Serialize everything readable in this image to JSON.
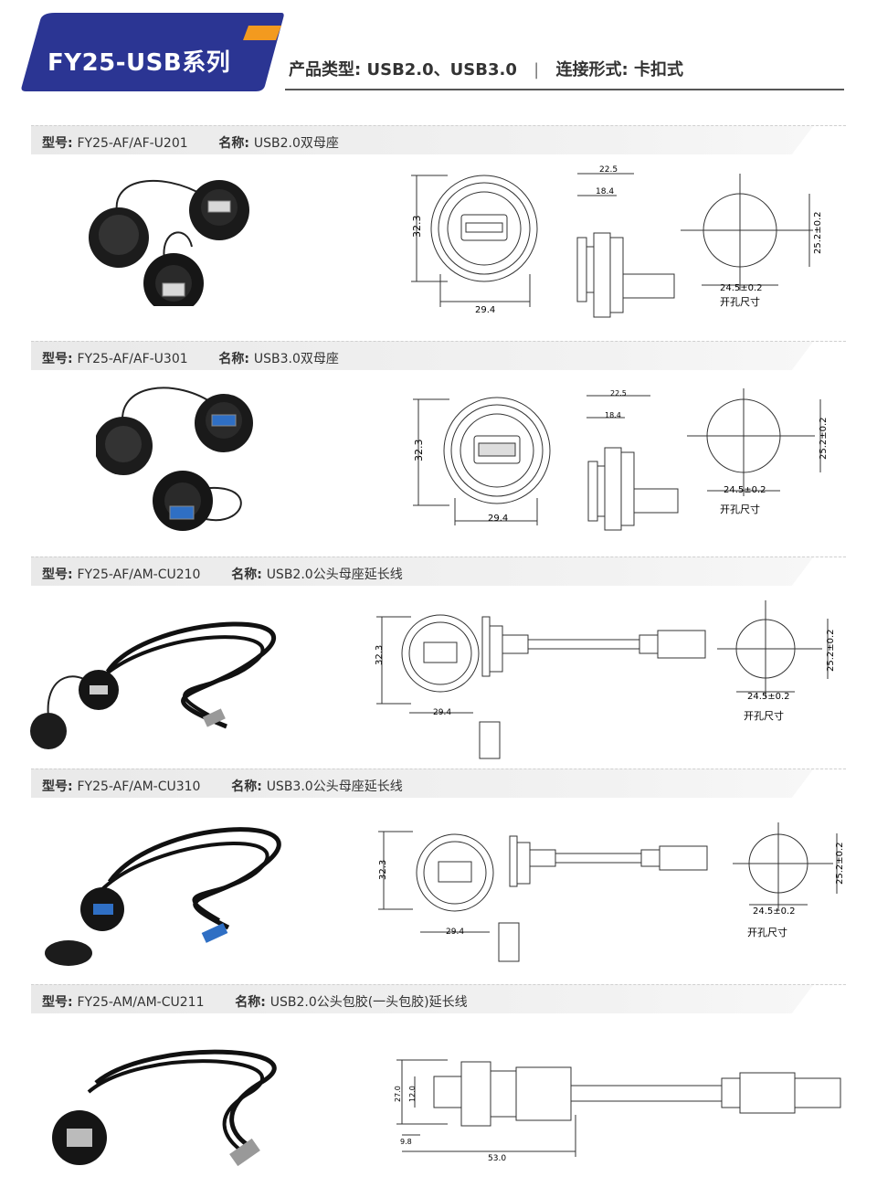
{
  "header": {
    "series_title": "FY25-USB系列",
    "product_type_label": "产品类型:",
    "product_type_value": "USB2.0、USB3.0",
    "separator": "|",
    "connection_label": "连接形式:",
    "connection_value": "卡扣式"
  },
  "colors": {
    "banner": "#2b3593",
    "accent": "#f39a1f",
    "bar": "#ececec"
  },
  "labels": {
    "model": "型号:",
    "name": "名称:",
    "hole": "开孔尺寸"
  },
  "sections": [
    {
      "model": "FY25-AF/AF-U201",
      "name": "USB2.0双母座",
      "dims": {
        "height": "32.3",
        "width": "29.4",
        "depth_total": "22.5",
        "depth_inner": "18.4",
        "hole_w": "24.5±0.2",
        "hole_h": "25.2±0.2"
      }
    },
    {
      "model": "FY25-AF/AF-U301",
      "name": "USB3.0双母座",
      "dims": {
        "height": "32.3",
        "width": "29.4",
        "depth_total": "22.5",
        "depth_inner": "18.4",
        "hole_w": "24.5±0.2",
        "hole_h": "25.2±0.2"
      }
    },
    {
      "model": "FY25-AF/AM-CU210",
      "name": "USB2.0公头母座延长线",
      "dims": {
        "height": "32.3",
        "width": "29.4",
        "hole_w": "24.5±0.2",
        "hole_h": "25.2±0.2"
      }
    },
    {
      "model": "FY25-AF/AM-CU310",
      "name": "USB3.0公头母座延长线",
      "dims": {
        "height": "32.3",
        "width": "29.4",
        "hole_w": "24.5±0.2",
        "hole_h": "25.2±0.2"
      }
    },
    {
      "model": "FY25-AM/AM-CU211",
      "name": "USB2.0公头包胶(一头包胶)延长线",
      "dims": {
        "height_outer": "27.0",
        "height_inner": "12.0",
        "offset": "9.8",
        "length": "53.0"
      }
    }
  ]
}
